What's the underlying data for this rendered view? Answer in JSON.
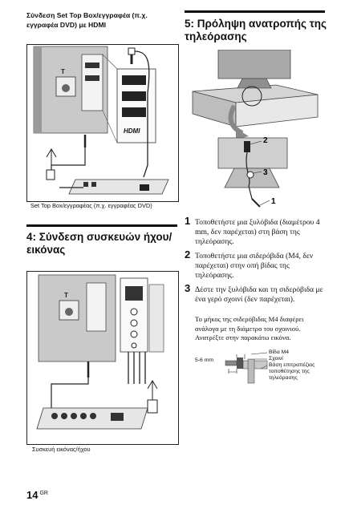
{
  "left": {
    "hdmi_heading": "Σύνδεση Set Top Box/εγγραφέα (π.χ. εγγραφέα DVD) με HDMI",
    "hdmi_caption": "Set Top Box/εγγραφέας (π.χ. εγγραφέας DVD)",
    "section4_title": "4: Σύνδεση συσκευών ήχου/ εικόνας",
    "av_caption": "Συσκευή εικόνας/ήχου",
    "hdmi_logo": "HDMI"
  },
  "right": {
    "section5_title": "5: Πρόληψη ανατροπής της τηλεόρασης",
    "callouts": [
      "2",
      "3",
      "1"
    ],
    "steps": [
      {
        "num": "1",
        "text": "Τοποθετήστε μια ξυλόβιδα (διαμέτρου 4 mm, δεν παρέχεται) στη βάση της τηλεόρασης."
      },
      {
        "num": "2",
        "text": "Τοποθετήστε μια σιδερόβιδα (M4, δεν παρέχεται) στην οπή βίδας της τηλεόρασης."
      },
      {
        "num": "3",
        "text": "Δέστε την ξυλόβιδα και τη σιδερόβιδα με ένα γερό σχοινί (δεν παρέχεται)."
      }
    ],
    "note": "Το μήκος της σιδερόβιδας M4 διαφέρει ανάλογα με τη διάμετρο του σχοινιού. Ανατρέξτε στην παρακάτω εικόνα.",
    "screw_labels": {
      "m4": "Βίδα M4",
      "rope": "Σχοινί",
      "mm": "5-6 mm",
      "stand": "Βάση επιτραπέζιας τοποθέτησης της τηλεόρασης"
    }
  },
  "footer": {
    "page": "14",
    "lang": "GR"
  }
}
